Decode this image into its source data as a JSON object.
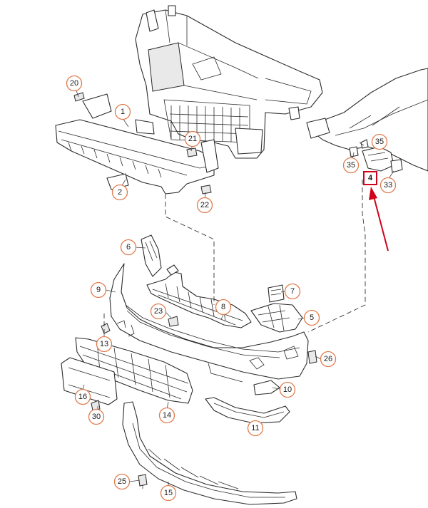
{
  "diagram": {
    "colors": {
      "callout_ring": "#e07a4a",
      "highlight_box": "#d0021b",
      "arrow": "#d0021b",
      "line_art": "#2b2b2b"
    },
    "highlighted_part": "4",
    "callouts": [
      {
        "id": "c20",
        "label": "20"
      },
      {
        "id": "c1",
        "label": "1"
      },
      {
        "id": "c2",
        "label": "2"
      },
      {
        "id": "c21",
        "label": "21"
      },
      {
        "id": "c22",
        "label": "22"
      },
      {
        "id": "c35a",
        "label": "35"
      },
      {
        "id": "c35b",
        "label": "35"
      },
      {
        "id": "c33",
        "label": "33"
      },
      {
        "id": "c6",
        "label": "6"
      },
      {
        "id": "c9",
        "label": "9"
      },
      {
        "id": "c7",
        "label": "7"
      },
      {
        "id": "c8",
        "label": "8"
      },
      {
        "id": "c23",
        "label": "23"
      },
      {
        "id": "c5",
        "label": "5"
      },
      {
        "id": "c13",
        "label": "13"
      },
      {
        "id": "c26",
        "label": "26"
      },
      {
        "id": "c10",
        "label": "10"
      },
      {
        "id": "c16",
        "label": "16"
      },
      {
        "id": "c30",
        "label": "30"
      },
      {
        "id": "c14",
        "label": "14"
      },
      {
        "id": "c11",
        "label": "11"
      },
      {
        "id": "c25",
        "label": "25"
      },
      {
        "id": "c15",
        "label": "15"
      }
    ]
  }
}
